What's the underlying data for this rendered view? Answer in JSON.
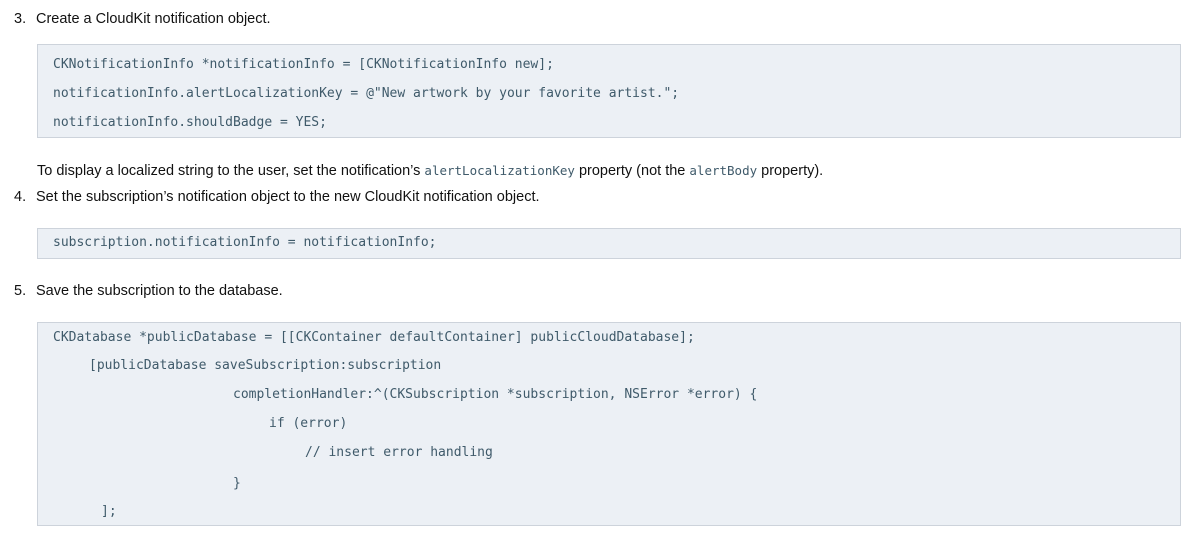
{
  "step3": {
    "number": "3.",
    "text": "Create a CloudKit notification object.",
    "code": [
      "CKNotificationInfo *notificationInfo = [CKNotificationInfo new];",
      "notificationInfo.alertLocalizationKey = @\"New artwork by your favorite artist.\";",
      "notificationInfo.shouldBadge = YES;"
    ]
  },
  "note": {
    "before": "To display a localized string to the user, set the notification’s ",
    "code1": "alertLocalizationKey",
    "middle": " property (not the ",
    "code2": "alertBody",
    "after": " property)."
  },
  "step4": {
    "number": "4.",
    "text": "Set the subscription’s notification object to the new CloudKit notification object.",
    "code": [
      "subscription.notificationInfo = notificationInfo;"
    ]
  },
  "step5": {
    "number": "5.",
    "text": "Save the subscription to the database.",
    "code": [
      "CKDatabase *publicDatabase = [[CKContainer defaultContainer] publicCloudDatabase];",
      "[publicDatabase saveSubscription:subscription",
      "completionHandler:^(CKSubscription *subscription, NSError *error) {",
      "if (error)",
      "// insert error handling",
      "}",
      "];"
    ]
  }
}
